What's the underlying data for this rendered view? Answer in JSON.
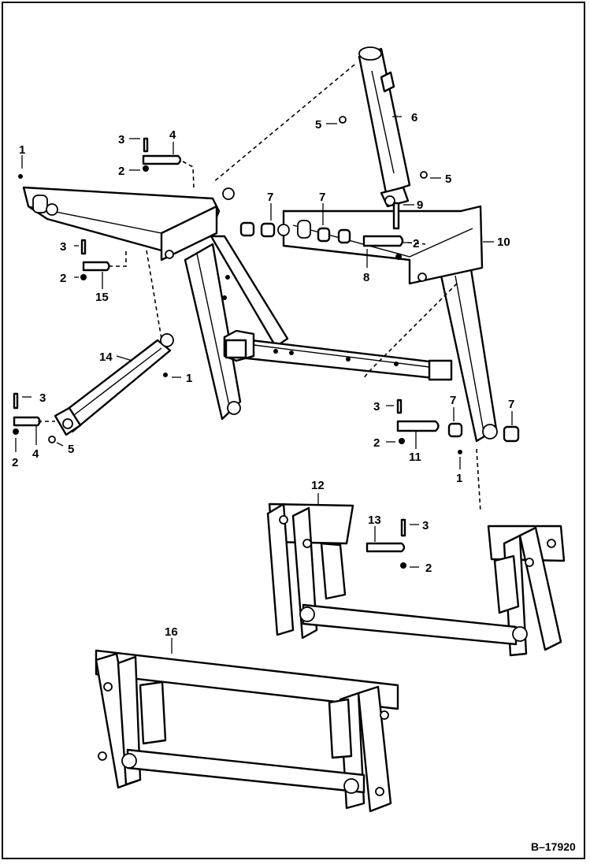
{
  "drawing": {
    "ref": "B–17920",
    "callouts": [
      {
        "id": "c1a",
        "text": "1"
      },
      {
        "id": "c1b",
        "text": "1"
      },
      {
        "id": "c1c",
        "text": "1"
      },
      {
        "id": "c2a",
        "text": "2"
      },
      {
        "id": "c2b",
        "text": "2"
      },
      {
        "id": "c2c",
        "text": "2"
      },
      {
        "id": "c2d",
        "text": "2"
      },
      {
        "id": "c2e",
        "text": "2"
      },
      {
        "id": "c2f",
        "text": "2"
      },
      {
        "id": "c3a",
        "text": "3"
      },
      {
        "id": "c3b",
        "text": "3"
      },
      {
        "id": "c3c",
        "text": "3"
      },
      {
        "id": "c3d",
        "text": "3"
      },
      {
        "id": "c3e",
        "text": "3"
      },
      {
        "id": "c4a",
        "text": "4"
      },
      {
        "id": "c4b",
        "text": "4"
      },
      {
        "id": "c5a",
        "text": "5"
      },
      {
        "id": "c5b",
        "text": "5"
      },
      {
        "id": "c5c",
        "text": "5"
      },
      {
        "id": "c6",
        "text": "6"
      },
      {
        "id": "c7a",
        "text": "7"
      },
      {
        "id": "c7b",
        "text": "7"
      },
      {
        "id": "c7c",
        "text": "7"
      },
      {
        "id": "c7d",
        "text": "7"
      },
      {
        "id": "c8",
        "text": "8"
      },
      {
        "id": "c9",
        "text": "9"
      },
      {
        "id": "c10",
        "text": "10"
      },
      {
        "id": "c11",
        "text": "11"
      },
      {
        "id": "c12",
        "text": "12"
      },
      {
        "id": "c13",
        "text": "13"
      },
      {
        "id": "c14",
        "text": "14"
      },
      {
        "id": "c15",
        "text": "15"
      },
      {
        "id": "c16",
        "text": "16"
      }
    ]
  }
}
